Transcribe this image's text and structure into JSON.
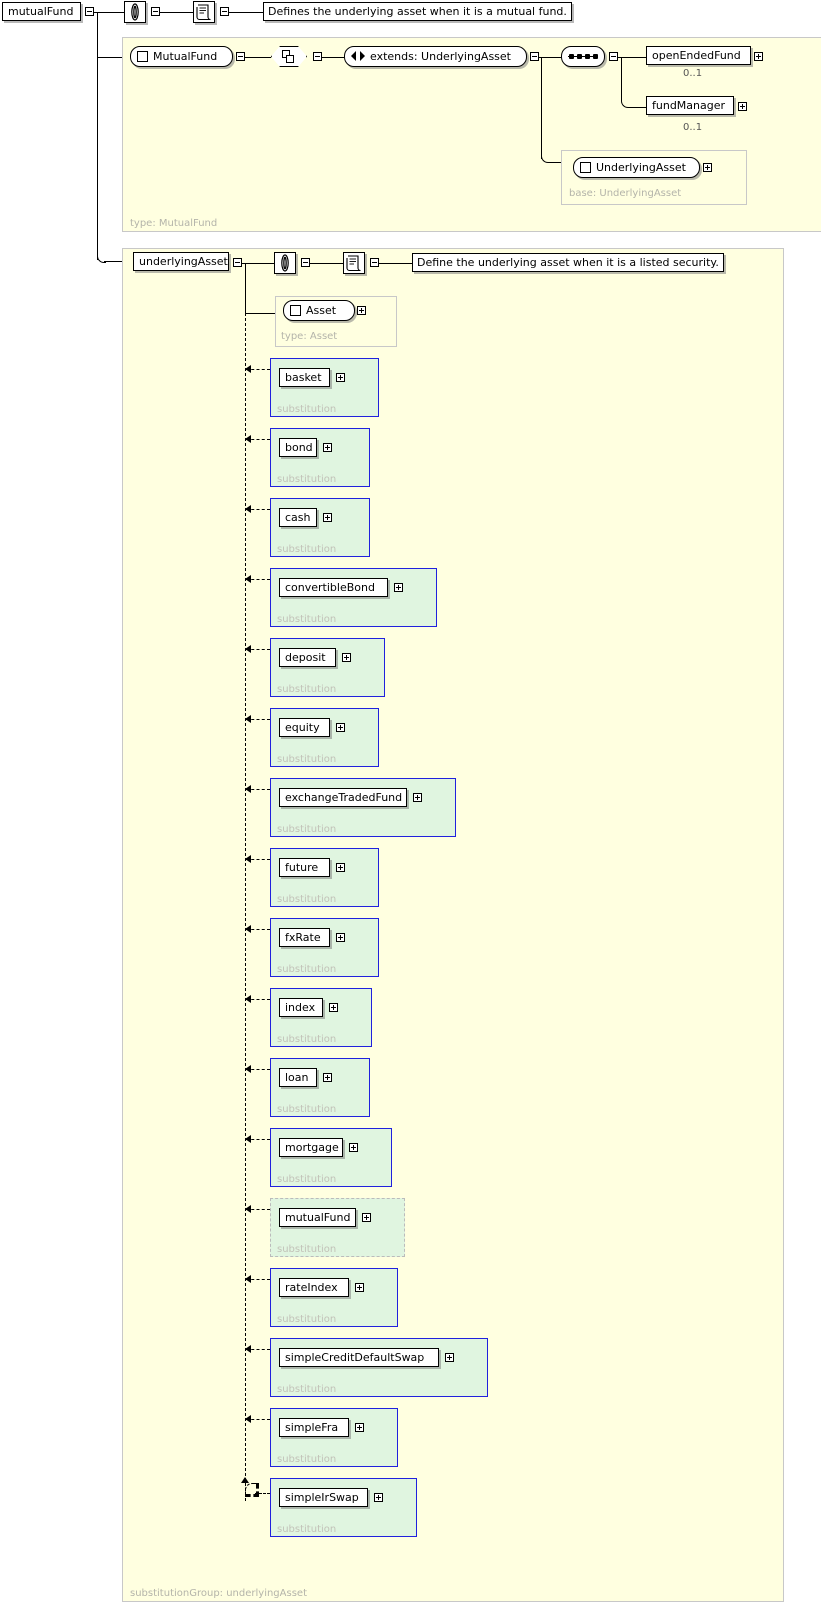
{
  "diagram": {
    "title": "mutualFund XML schema element diagram",
    "colors": {
      "frame_fill": "#ffffe0",
      "frame_border": "#c8c8c8",
      "substitution_fill": "#e0f5e0",
      "substitution_border": "#2020dd",
      "node_fill": "#ffffff",
      "label_gray": "#b4b4aa"
    }
  },
  "root": {
    "element_label": "mutualFund",
    "annotation_icon": "paperclip-icon",
    "documentation_icon": "document-scroll-icon",
    "documentation_text": "Defines the underlying asset when it is a mutual fund."
  },
  "type_frame": {
    "frame_label": "type: MutualFund",
    "complex_type": "MutualFund",
    "compositor_icon": "choice-icon",
    "extension_label": "extends: UnderlyingAsset",
    "sequence_icon": "sequence-icon",
    "children": [
      {
        "label": "openEndedFund",
        "cardinality": "0..1"
      },
      {
        "label": "fundManager",
        "cardinality": "0..1"
      }
    ],
    "base_subframe": {
      "label": "base: UnderlyingAsset",
      "type_node": "UnderlyingAsset"
    }
  },
  "substitution_frame": {
    "element_label": "underlyingAsset",
    "annotation_icon": "paperclip-icon",
    "documentation_icon": "document-scroll-icon",
    "documentation_text": "Define the underlying asset when it is a listed security.",
    "frame_label": "substitutionGroup: underlyingAsset",
    "type_subframe": {
      "label": "type: Asset",
      "type_node": "Asset"
    },
    "substitution_caption": "substitution",
    "members": [
      {
        "label": "basket",
        "self": false
      },
      {
        "label": "bond",
        "self": false
      },
      {
        "label": "cash",
        "self": false
      },
      {
        "label": "convertibleBond",
        "self": false
      },
      {
        "label": "deposit",
        "self": false
      },
      {
        "label": "equity",
        "self": false
      },
      {
        "label": "exchangeTradedFund",
        "self": false
      },
      {
        "label": "future",
        "self": false
      },
      {
        "label": "fxRate",
        "self": false
      },
      {
        "label": "index",
        "self": false
      },
      {
        "label": "loan",
        "self": false
      },
      {
        "label": "mortgage",
        "self": false
      },
      {
        "label": "mutualFund",
        "self": true
      },
      {
        "label": "rateIndex",
        "self": false
      },
      {
        "label": "simpleCreditDefaultSwap",
        "self": false
      },
      {
        "label": "simpleFra",
        "self": false
      },
      {
        "label": "simpleIrSwap",
        "self": false
      }
    ]
  }
}
